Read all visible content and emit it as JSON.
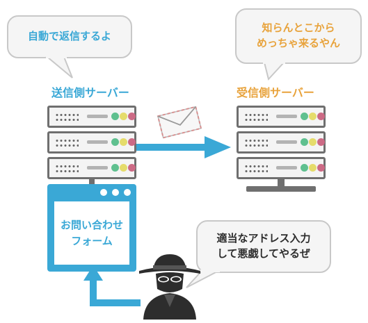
{
  "bubbles": {
    "auto_reply": "自動で返信するよ",
    "receiver_complaint": "知らんとこから\nめっちゃ来るやん",
    "attacker": "適当なアドレス入力\nして悪戯してやるぜ"
  },
  "labels": {
    "sender_server": "送信側サーバー",
    "receiver_server": "受信側サーバー",
    "form": "お問い合わせ\nフォーム"
  },
  "colors": {
    "blue": "#3aa8d6",
    "orange": "#e8a33c",
    "server_border": "#6f6f6f",
    "attacker": "#2d2d2d"
  },
  "icons": {
    "mail": "envelope-icon",
    "attacker": "hacker-icon",
    "arrow": "arrow-right-icon"
  }
}
